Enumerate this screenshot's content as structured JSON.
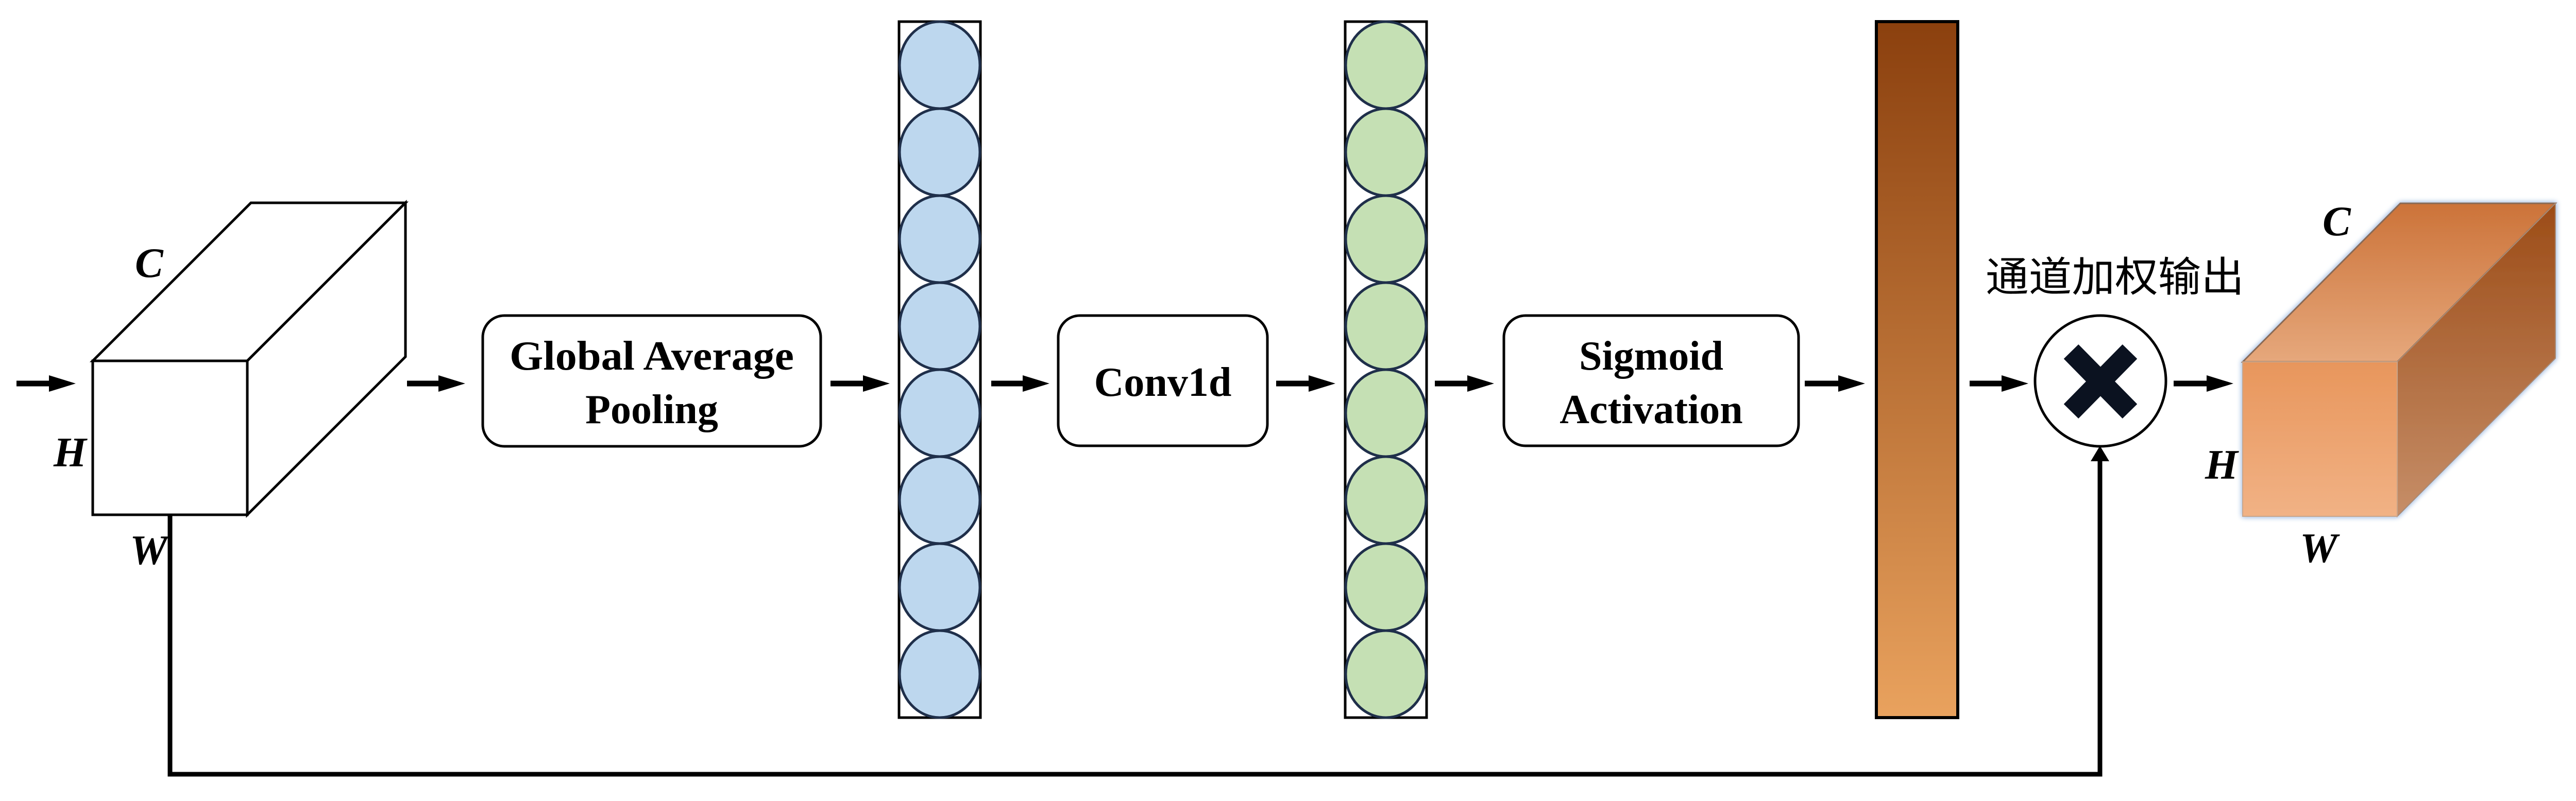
{
  "figure": {
    "title": "Efficient channel attention (ECA) module",
    "input_tensor": {
      "dims": {
        "c": "C",
        "h": "H",
        "w": "W"
      },
      "fill": "#ffffff"
    },
    "steps": [
      {
        "id": "gap",
        "lines": [
          "Global Average",
          "Pooling"
        ]
      },
      {
        "id": "conv",
        "lines": [
          "Conv1d"
        ]
      },
      {
        "id": "sigmoid",
        "lines": [
          "Sigmoid",
          "Activation"
        ]
      }
    ],
    "pooled_vector": {
      "cells": 8,
      "fill": "#BDD7EE",
      "stroke": "#1F2F4A"
    },
    "conv_vector": {
      "cells": 8,
      "fill": "#C5E0B4",
      "stroke": "#1F2F4A"
    },
    "weight_bar": {
      "gradient_top": "#8B400E",
      "gradient_bottom": "#E9A25E"
    },
    "multiply": {
      "symbol": "✕",
      "label": "通道加权输出"
    },
    "output_tensor": {
      "dims": {
        "c": "C",
        "h": "H",
        "w": "W"
      },
      "front_top": "#E8965C",
      "front_bottom": "#F1B285",
      "top_back": "#CC7339",
      "top_front": "#E6A87C",
      "side_top": "#9C4C17",
      "side_bottom": "#C68E68",
      "glow": "#AFC6E6"
    }
  }
}
